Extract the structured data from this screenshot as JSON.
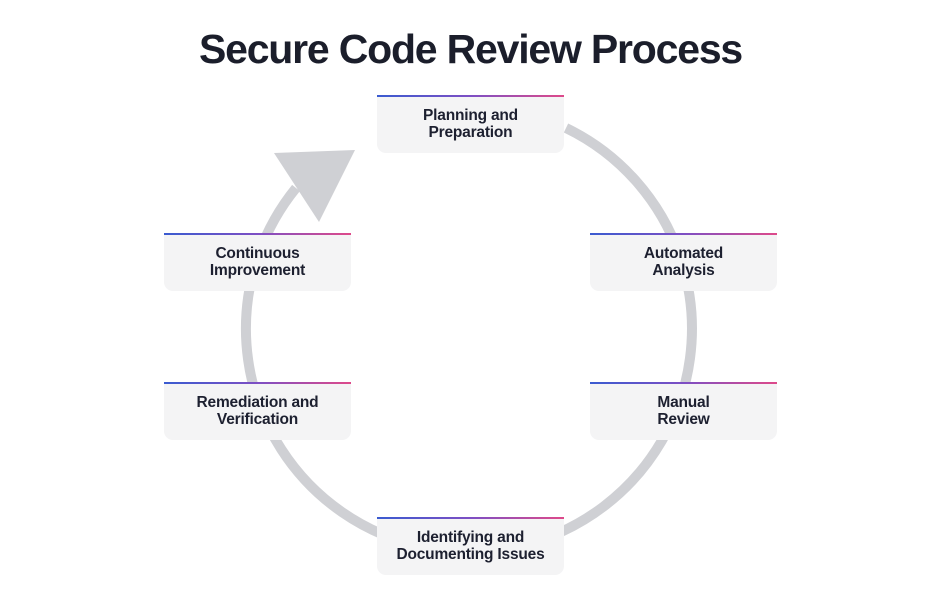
{
  "title": "Secure Code Review Process",
  "colors": {
    "title_text": "#1b1e2b",
    "step_text": "#1d2030",
    "step_background": "#f4f4f5",
    "accent_gradient_start": "#3a5bd0",
    "accent_gradient_end": "#de4a8a",
    "cycle_stroke": "#cfd0d4"
  },
  "cycle": {
    "direction": "clockwise",
    "arrow_icon": "cycle-arrowhead-icon",
    "steps": [
      {
        "label": "Planning and Preparation",
        "lines": [
          "Planning and",
          "Preparation"
        ]
      },
      {
        "label": "Automated Analysis",
        "lines": [
          "Automated",
          "Analysis"
        ]
      },
      {
        "label": "Manual Review",
        "lines": [
          "Manual",
          "Review"
        ]
      },
      {
        "label": "Identifying and Documenting Issues",
        "lines": [
          "Identifying and",
          "Documenting Issues"
        ]
      },
      {
        "label": "Remediation and Verification",
        "lines": [
          "Remediation and",
          "Verification"
        ]
      },
      {
        "label": "Continuous Improvement",
        "lines": [
          "Continuous",
          "Improvement"
        ]
      }
    ]
  }
}
